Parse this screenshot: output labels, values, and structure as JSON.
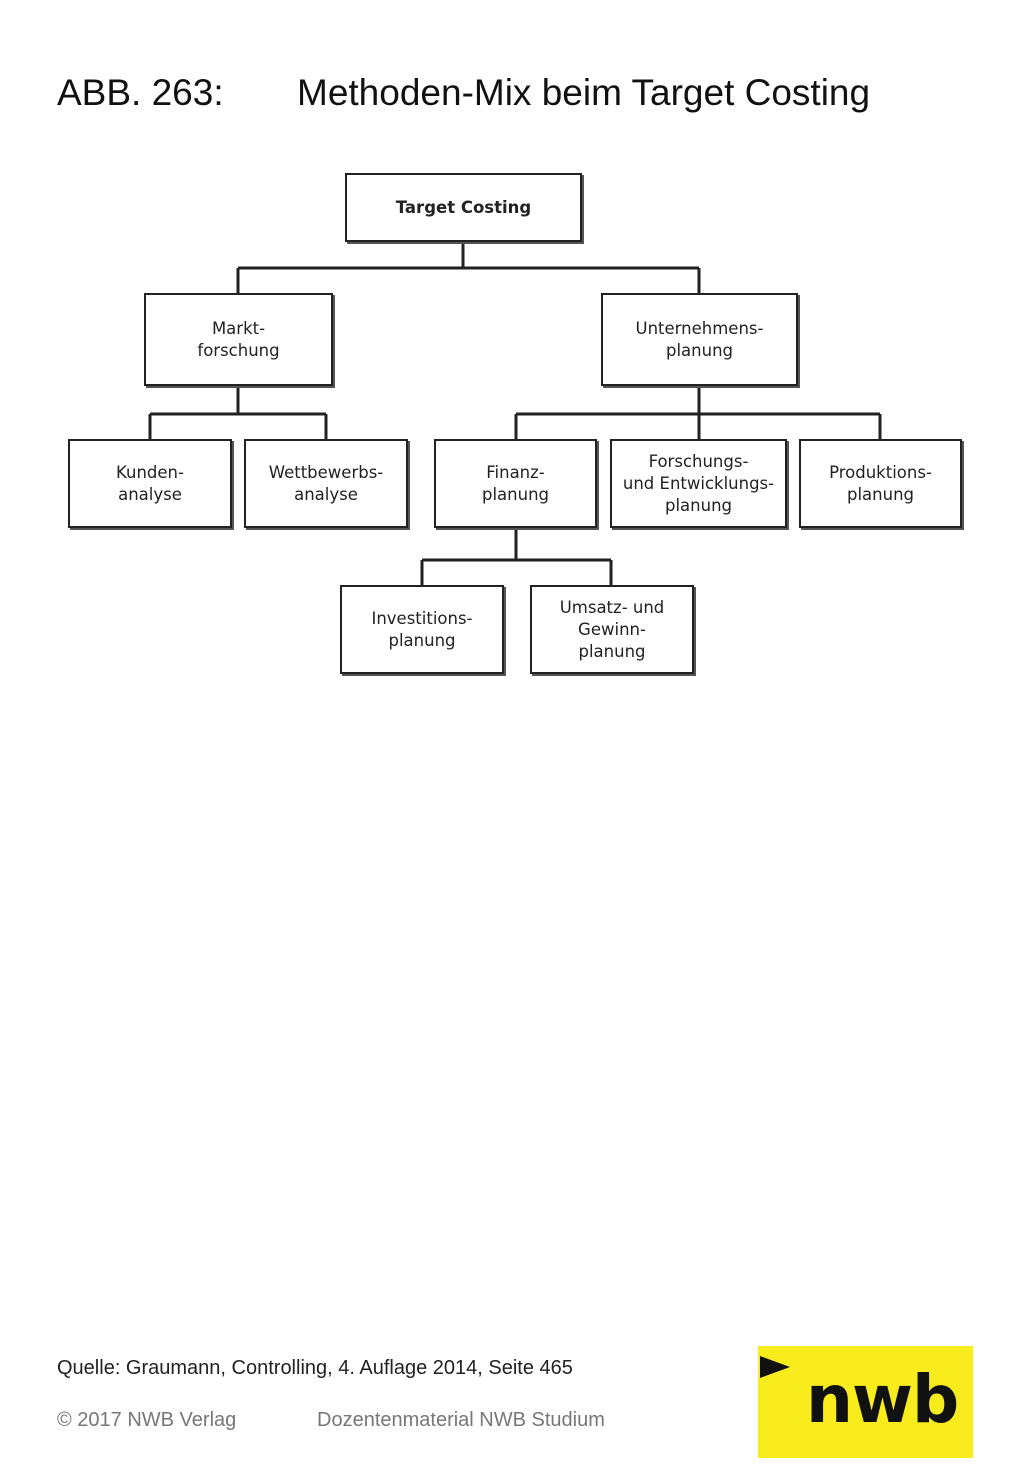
{
  "title": {
    "number": "ABB. 263:",
    "text": "Methoden-Mix beim Target Costing"
  },
  "diagram": {
    "root": "Target Costing",
    "marktforschung": "Markt-\nforschung",
    "unternehmensplanung": "Unternehmens-\nplanung",
    "kundenanalyse": "Kunden-\nanalyse",
    "wettbewerbsanalyse": "Wettbewerbs-\nanalyse",
    "finanzplanung": "Finanz-\nplanung",
    "fue_planung": "Forschungs-\nund Entwicklungs-\nplanung",
    "produktionsplanung": "Produktions-\nplanung",
    "investitionsplanung": "Investitions-\nplanung",
    "umsatz_gewinnplanung": "Umsatz- und\nGewinn-\nplanung"
  },
  "source": "Quelle: Graumann, Controlling, 4. Auflage 2014, Seite 465",
  "footer": {
    "copyright": "© 2017 NWB Verlag",
    "material": "Dozentenmaterial NWB Studium"
  },
  "logo": {
    "text": "nwb",
    "color": "#f8ec1c"
  }
}
